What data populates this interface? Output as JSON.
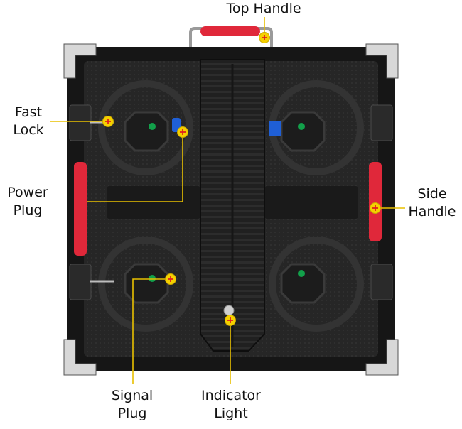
{
  "callouts": [
    {
      "id": "top-handle",
      "lines": [
        "Top Handle"
      ]
    },
    {
      "id": "fast-lock",
      "lines": [
        "Fast",
        "Lock"
      ]
    },
    {
      "id": "power-plug",
      "lines": [
        "Power",
        "Plug"
      ]
    },
    {
      "id": "side-handle",
      "lines": [
        "Side",
        "Handle"
      ]
    },
    {
      "id": "signal-plug",
      "lines": [
        "Signal",
        "Plug"
      ]
    },
    {
      "id": "indicator-light",
      "lines": [
        "Indicator",
        "Light"
      ]
    }
  ],
  "colors": {
    "marker_fill": "#f5d000",
    "marker_plus": "#e02020",
    "leader_line": "#e8c000",
    "handle_red": "#e0283a",
    "cabinet_dark": "#161616",
    "panel_dark": "#262626"
  }
}
